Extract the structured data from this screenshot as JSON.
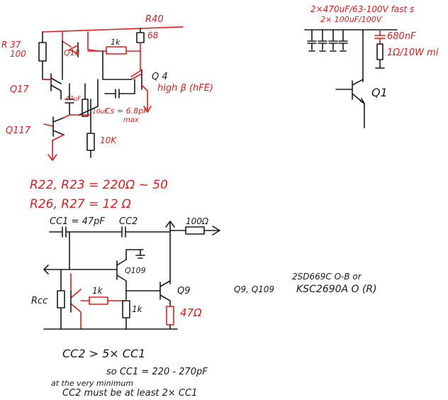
{
  "top_left_circuit": {
    "labels": {
      "r40": "R40",
      "r68": "68",
      "r37": "R 37",
      "r37_val": "100",
      "q18": "Q18",
      "r1k": "1k",
      "q17": "Q17",
      "q117": "Q117",
      "cap47": "47uF",
      "cap10": "10uF",
      "cs": "Cs = 6.8pF",
      "cs_max": "max",
      "r10k": "10K",
      "q4": "Q 4",
      "q4_note": "high β (hFE)"
    }
  },
  "top_right_circuit": {
    "labels": {
      "caps_line1": "2×470uF/63-100V fast s",
      "caps_line2": "2× 100uF/100V",
      "c680": "680nF",
      "r1": "1Ω/10W mi",
      "q1": "Q1"
    }
  },
  "equations": {
    "line1": "R22, R23 = 220Ω  ~ 50",
    "line2": "R26, R27 = 12 Ω"
  },
  "bottom_circuit": {
    "labels": {
      "cc1": "CC1 = 47pF",
      "cc2": "CC2",
      "r100": "100Ω",
      "q109": "Q109",
      "rcc": "Rcc",
      "r1k_a": "1k",
      "r1k_b": "1k",
      "q9": "Q9",
      "r47": "47Ω"
    }
  },
  "part_note": {
    "line1": "2SD669C O-B  or",
    "prefix": "Q9, Q109",
    "line2": "KSC2690A O (R)"
  },
  "notes": {
    "line1": "CC2 > 5× CC1",
    "line2": "so CC1 = 220 - 270pF",
    "line3": "at the very minimum",
    "line4": "CC2 must be at least  2× CC1"
  }
}
